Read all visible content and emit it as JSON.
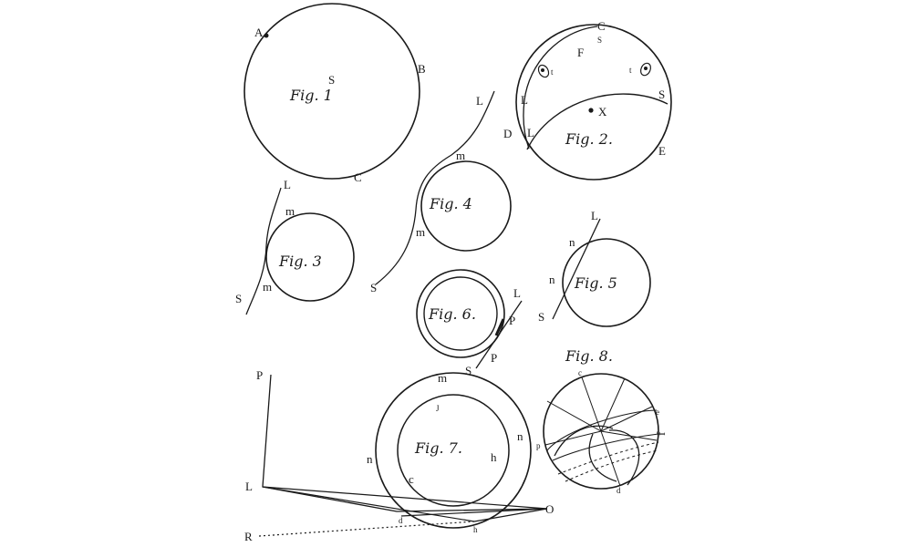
{
  "figures": {
    "fig1": {
      "caption": "Fig. 1",
      "labels": {
        "a": "A",
        "b": "B",
        "c": "C",
        "s": "S"
      }
    },
    "fig2": {
      "caption": "Fig. 2.",
      "labels": {
        "c": "C",
        "s_top": "S",
        "f": "F",
        "l_left_upper": "L",
        "l_left_lower": "L",
        "t_left": "t",
        "t_right": "t",
        "s_right": "S",
        "x": "X",
        "d": "D",
        "e": "E"
      }
    },
    "fig3": {
      "caption": "Fig. 3",
      "labels": {
        "l": "L",
        "m_top": "m",
        "m_bottom": "m",
        "s": "S"
      }
    },
    "fig4": {
      "caption": "Fig. 4",
      "labels": {
        "l": "L",
        "m_top": "m",
        "m_bottom": "m",
        "s": "S"
      }
    },
    "fig5": {
      "caption": "Fig. 5",
      "labels": {
        "l": "L",
        "n_top": "n",
        "n_bottom": "n",
        "s": "S"
      }
    },
    "fig6": {
      "caption": "Fig. 6.",
      "labels": {
        "l": "L",
        "p_top": "P",
        "p_bottom": "P",
        "s": "S"
      }
    },
    "fig7": {
      "caption": "Fig. 7.",
      "labels": {
        "m": "m",
        "n_left": "n",
        "n_right": "n",
        "inner_top": "J",
        "h": "h",
        "c": "c",
        "d": "d",
        "h_bottom": "h",
        "o": "O",
        "p": "P",
        "l": "L",
        "r": "R"
      }
    },
    "fig8": {
      "caption": "Fig. 8.",
      "labels": {
        "c": "c",
        "p": "p",
        "d": "d",
        "e": "e",
        "mark": "f"
      }
    }
  }
}
